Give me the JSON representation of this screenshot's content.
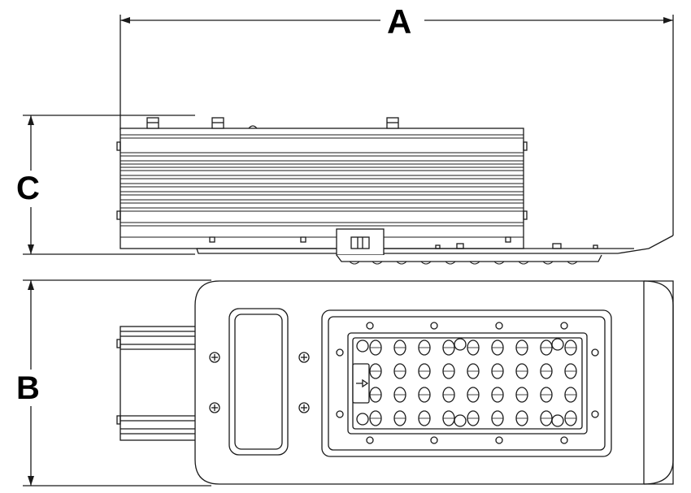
{
  "dimensions": {
    "a_label": "A",
    "b_label": "B",
    "c_label": "C"
  },
  "colors": {
    "line": "#1a1a1a",
    "fill": "#ffffff"
  },
  "led_array": {
    "rows": 4,
    "columns": 9
  }
}
